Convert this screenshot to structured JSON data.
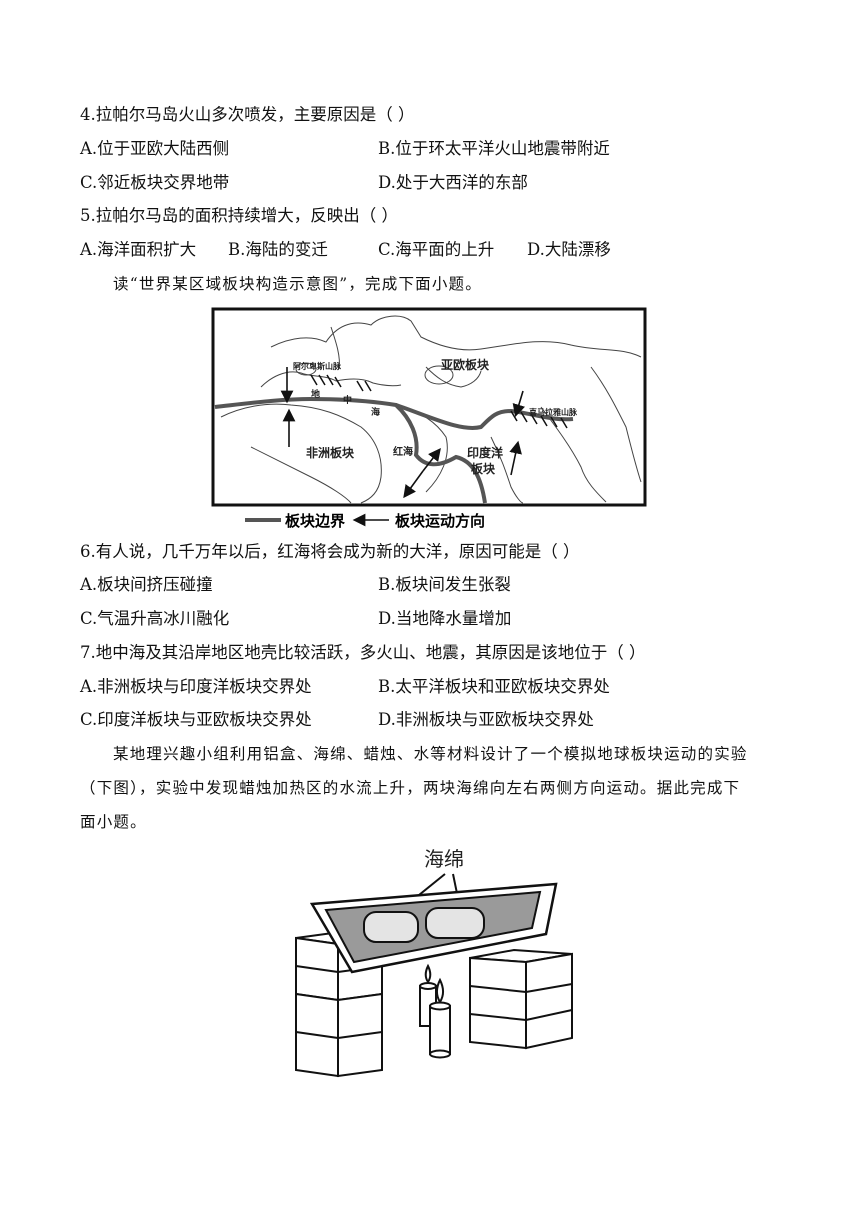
{
  "q4": {
    "stem": "4.拉帕尔马岛火山多次喷发，主要原因是（    ）",
    "options": {
      "a": "A.位于亚欧大陆西侧",
      "b": "B.位于环太平洋火山地震带附近",
      "c": "C.邻近板块交界地带",
      "d": "D.处于大西洋的东部"
    }
  },
  "q5": {
    "stem": "5.拉帕尔马岛的面积持续增大，反映出（    ）",
    "options": {
      "a": "A.海洋面积扩大",
      "b": "B.海陆的变迁",
      "c": "C.海平面的上升",
      "d": "D.大陆漂移"
    }
  },
  "intro_map": "读“世界某区域板块构造示意图”，完成下面小题。",
  "map": {
    "labels": {
      "alps": "阿尔卑斯山脉",
      "eurasian": "亚欧板块",
      "himalaya": "喜马拉雅山脉",
      "african": "非洲板块",
      "red_sea": "红海",
      "indian_l1": "印度洋",
      "indian_l2": "板块",
      "med_1": "地",
      "med_2": "中",
      "med_3": "海"
    },
    "legend": {
      "boundary": "板块边界",
      "direction": "板块运动方向"
    }
  },
  "q6": {
    "stem": "6.有人说，几千万年以后，红海将会成为新的大洋，原因可能是（    ）",
    "options": {
      "a": "A.板块间挤压碰撞",
      "b": "B.板块间发生张裂",
      "c": "C.气温升高冰川融化",
      "d": "D.当地降水量增加"
    }
  },
  "q7": {
    "stem": "7.地中海及其沿岸地区地壳比较活跃，多火山、地震，其原因是该地位于（    ）",
    "options": {
      "a": "A.非洲板块与印度洋板块交界处",
      "b": "B.太平洋板块和亚欧板块交界处",
      "c": "C.印度洋板块与亚欧板块交界处",
      "d": "D.非洲板块与亚欧板块交界处"
    }
  },
  "intro_experiment": {
    "line1": "某地理兴趣小组利用铝盒、海绵、蜡烛、水等材料设计了一个模拟地球板块运动的实验",
    "line2": "（下图），实验中发现蜡烛加热区的水流上升，两块海绵向左右两侧方向运动。据此完成下",
    "line3": "面小题。"
  },
  "experiment": {
    "sponge_label": "海绵"
  }
}
